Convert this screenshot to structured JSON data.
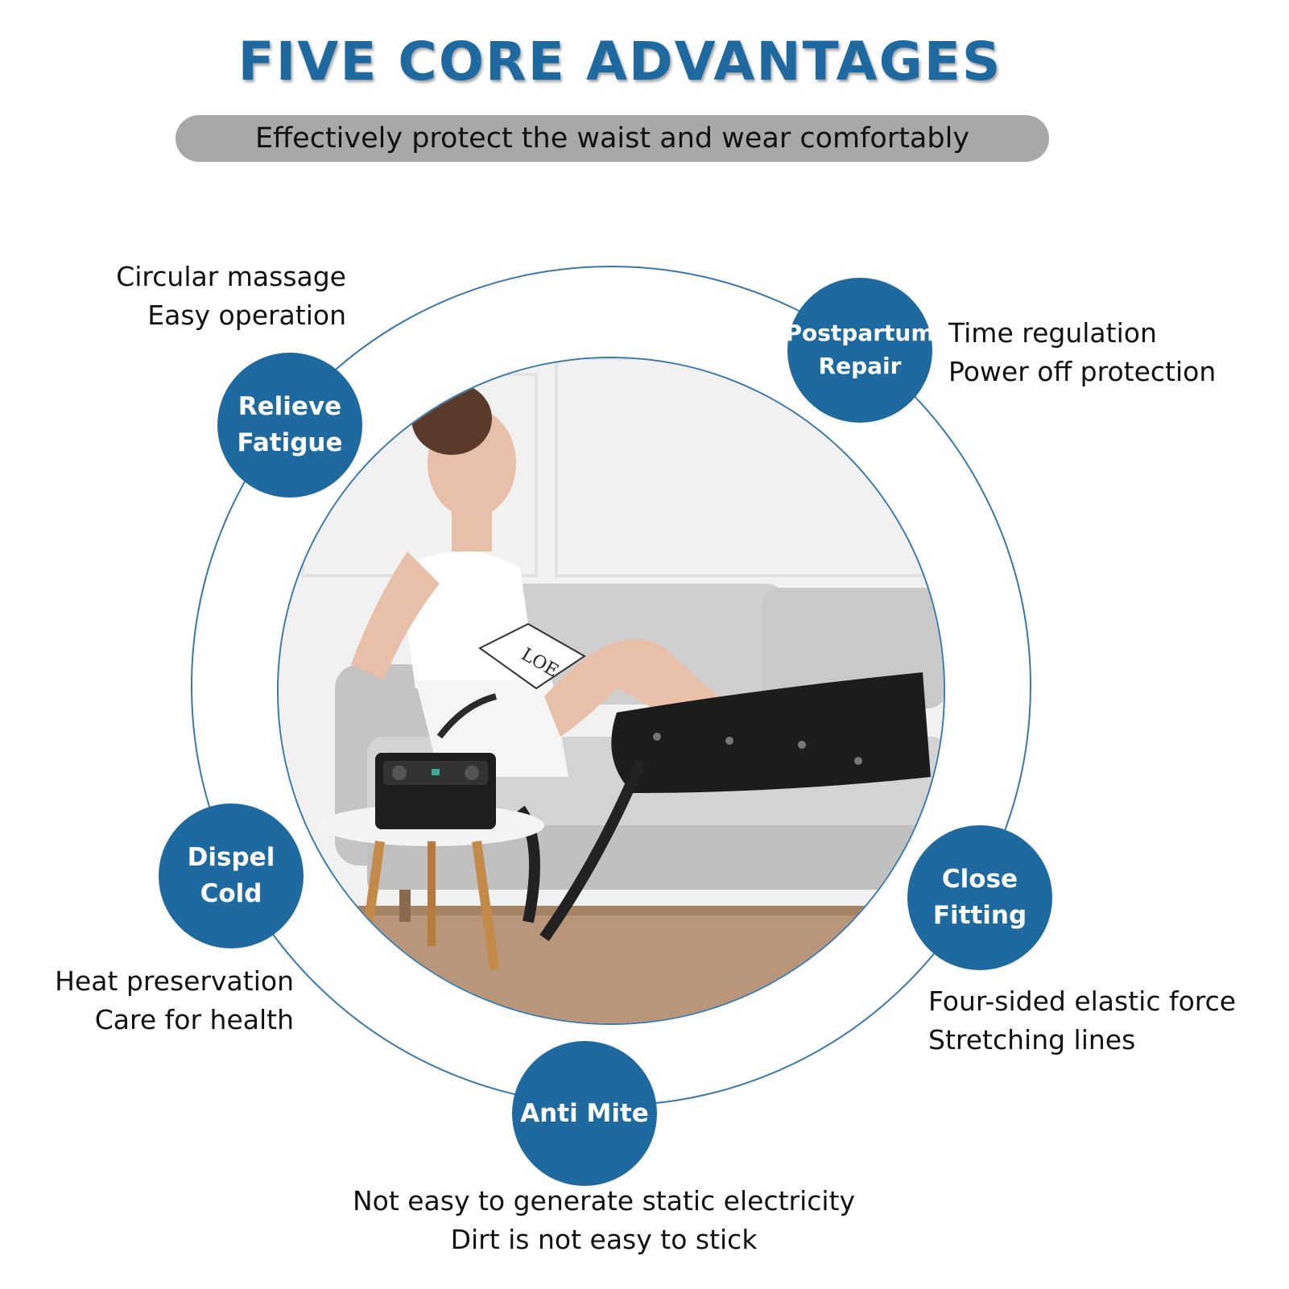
{
  "title": "FIVE CORE ADVANTAGES",
  "subtitle": "Effectively protect the waist and wear comfortably",
  "photo_text": "LOE",
  "colors": {
    "brand_blue": "#1d69a0",
    "subtitle_bg": "#a8a8a8"
  },
  "features": [
    {
      "badge": [
        "Relieve",
        "Fatigue"
      ],
      "desc": [
        "Circular massage",
        "Easy operation"
      ]
    },
    {
      "badge": [
        "Postpartum",
        "Repair"
      ],
      "desc": [
        "Time regulation",
        "Power off protection"
      ]
    },
    {
      "badge": [
        "Dispel",
        "Cold"
      ],
      "desc": [
        "Heat preservation",
        "Care for health"
      ]
    },
    {
      "badge": [
        "Close",
        "Fitting"
      ],
      "desc": [
        "Four-sided elastic force",
        "Stretching lines"
      ]
    },
    {
      "badge": [
        "Anti Mite"
      ],
      "desc": [
        "Not easy to generate static electricity",
        "Dirt is not easy to stick"
      ]
    }
  ]
}
